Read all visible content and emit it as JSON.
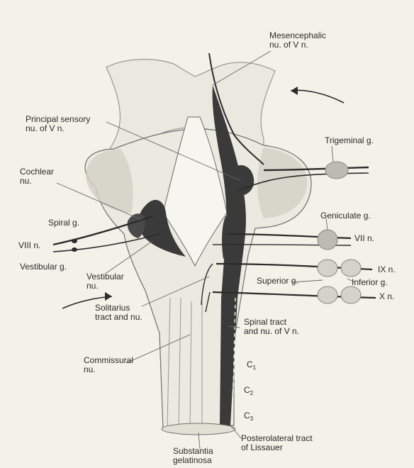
{
  "labels": {
    "mesencephalic": [
      "Mesencephalic",
      "nu. of V n."
    ],
    "principal_sensory": [
      "Principal sensory",
      "nu. of V n."
    ],
    "trigeminal_g": "Trigeminal g.",
    "cochlear": [
      "Cochlear",
      "nu."
    ],
    "spiral_g": "Spiral g.",
    "viii_n": "VIII n.",
    "vestibular_g": "Vestibular g.",
    "vestibular_nu": [
      "Vestibular",
      "nu."
    ],
    "geniculate_g": "Geniculate g.",
    "vii_n": "VII n.",
    "ix_n": "IX n.",
    "superior_g": "Superior g.",
    "inferior_g": "Inferior g.",
    "x_n": "X n.",
    "solitarius": [
      "Solitarius",
      "tract and nu."
    ],
    "spinal_tract": [
      "Spinal tract",
      "and nu. of V n."
    ],
    "commissural": [
      "Commissural",
      "nu."
    ],
    "c1": {
      "base": "C",
      "sub": "1"
    },
    "c2": {
      "base": "C",
      "sub": "2"
    },
    "c3": {
      "base": "C",
      "sub": "3"
    },
    "posterolateral": [
      "Posterolateral tract",
      "of Lissauer"
    ],
    "substantia": [
      "Substantia",
      "gelatinosa"
    ]
  },
  "colors": {
    "background": "#f4f1e8",
    "outline": "#555555",
    "shading": "#cfcbc2",
    "dark_nucleus": "#3a3a3a",
    "nerve": "#2b2b2b",
    "ganglion": "#bdbab3",
    "label_text": "#2a2a2a"
  }
}
